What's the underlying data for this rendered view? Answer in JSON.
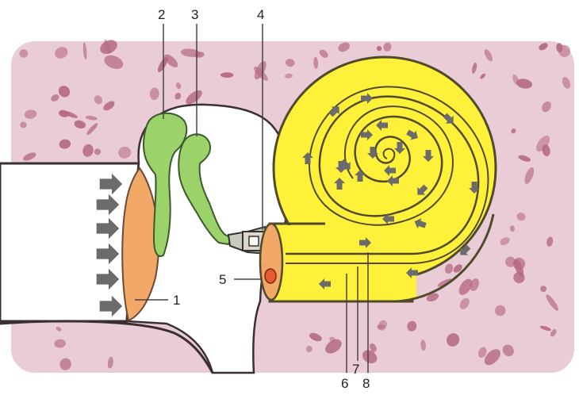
{
  "labels": {
    "l1": "1",
    "l2": "2",
    "l3": "3",
    "l4": "4",
    "l5": "5",
    "l6": "6",
    "l7": "7",
    "l8": "8"
  },
  "colors": {
    "bone": "#e9ccd6",
    "bone_pores": "#b56a82",
    "cavity": "#ffffff",
    "eardrum": "#f2a968",
    "ossicles": "#9bd36a",
    "cochlea": "#fff03a",
    "cochlea_outline": "#4f4a2c",
    "round_window": "#e55a30",
    "arrows": "#6b6b6b",
    "label_text": "#222222"
  },
  "icons": {
    "sound_arrows": "arrow-right-icon",
    "flow_arrows": "arrow-icon"
  }
}
